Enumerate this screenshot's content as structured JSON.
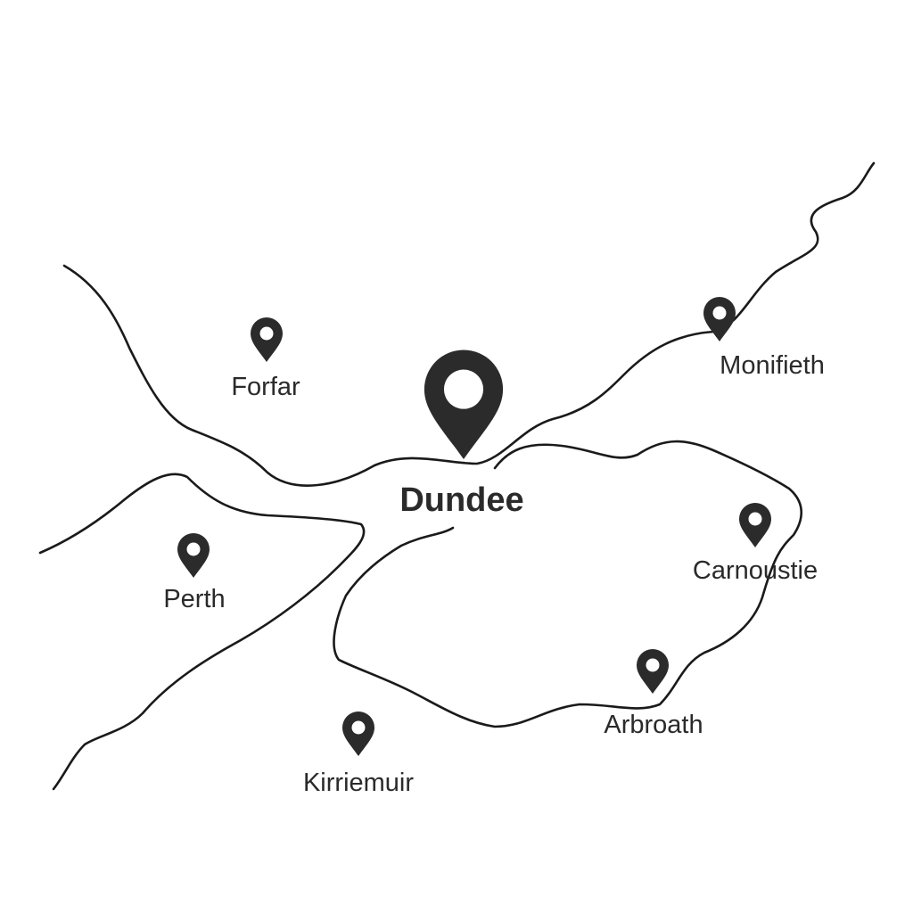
{
  "map": {
    "colors": {
      "line": "#1a1a1a",
      "pin": "#2b2b2b",
      "text": "#2a2a2a",
      "background": "#ffffff"
    },
    "places": [
      {
        "name": "Dundee",
        "primary": true,
        "icon": "map-pin-icon"
      },
      {
        "name": "Forfar",
        "icon": "map-pin-icon"
      },
      {
        "name": "Monifieth",
        "icon": "map-pin-icon"
      },
      {
        "name": "Perth",
        "icon": "map-pin-icon"
      },
      {
        "name": "Carnoustie",
        "icon": "map-pin-icon"
      },
      {
        "name": "Arbroath",
        "icon": "map-pin-icon"
      },
      {
        "name": "Kirriemuir",
        "icon": "map-pin-icon"
      }
    ]
  }
}
